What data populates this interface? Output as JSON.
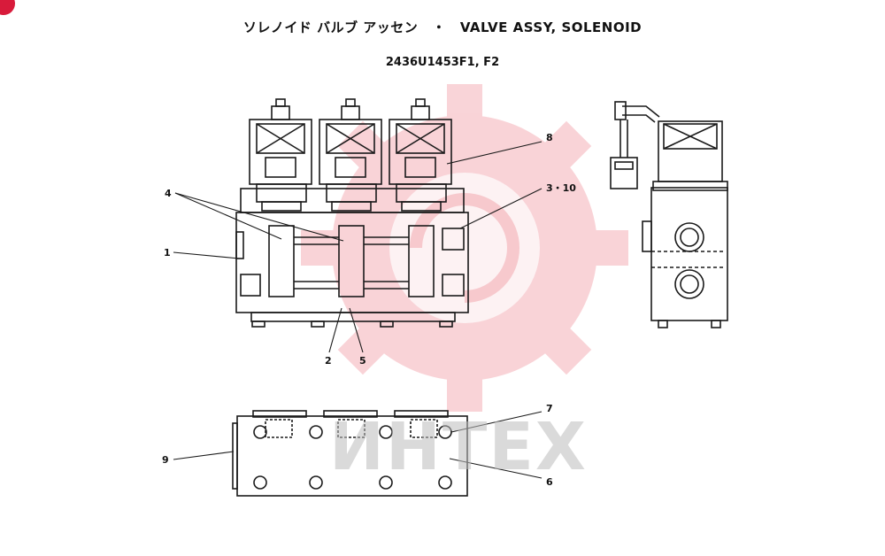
{
  "header": {
    "title_ja": "ソレノイド バルブ アッセン",
    "separator": "・",
    "title_en": "VALVE ASSY, SOLENOID",
    "part_numbers": "2436U1453F1, F2"
  },
  "watermark": {
    "text": "ИНТЕХ",
    "gear_color": "#f2a0a8"
  },
  "callouts": [
    "8",
    "3・10",
    "4",
    "1",
    "2",
    "5",
    "7",
    "9",
    "6"
  ],
  "colors": {
    "line": "#1a1a1a",
    "badge": "#d81b3b"
  }
}
